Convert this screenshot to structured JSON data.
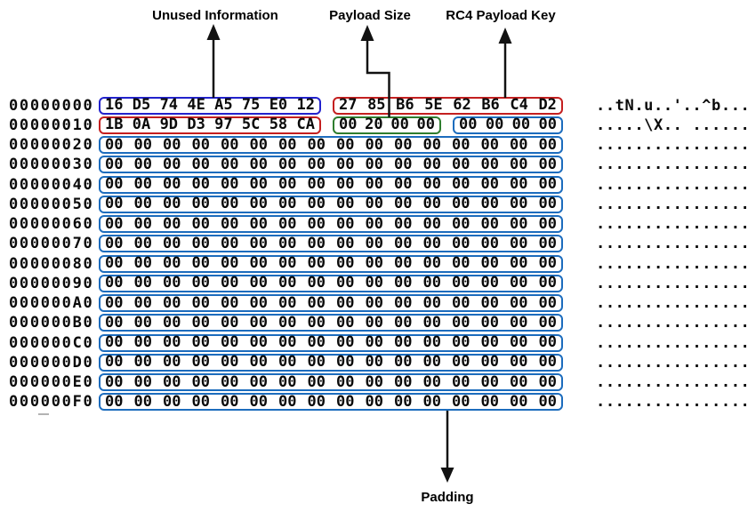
{
  "annotations": {
    "unused_info": "Unused Information",
    "payload_size": "Payload Size",
    "rc4_key": "RC4 Payload Key",
    "padding": "Padding"
  },
  "colors": {
    "box_blue_primary": "#2222cd",
    "box_red": "#c41f1f",
    "box_blue": "#1c6cbd",
    "box_green": "#2e7d2e",
    "arrow": "#121212",
    "text": "#0a0a0a"
  },
  "hexdump": {
    "rows": [
      {
        "offset": "00000000",
        "groups": [
          {
            "color": "blue_primary",
            "bytes": [
              "16",
              "D5",
              "74",
              "4E",
              "A5",
              "75",
              "E0",
              "12"
            ]
          },
          {
            "color": "red",
            "bytes": [
              "27",
              "85",
              "B6",
              "5E",
              "62",
              "B6",
              "C4",
              "D2"
            ]
          }
        ],
        "ascii": "..tN.u..'..^b..."
      },
      {
        "offset": "00000010",
        "groups": [
          {
            "color": "red",
            "bytes": [
              "1B",
              "0A",
              "9D",
              "D3",
              "97",
              "5C",
              "58",
              "CA"
            ]
          },
          {
            "color": "green",
            "bytes": [
              "00",
              "20",
              "00",
              "00"
            ]
          },
          {
            "color": "blue",
            "bytes": [
              "00",
              "00",
              "00",
              "00"
            ]
          }
        ],
        "ascii": ".....\\X.. ......"
      },
      {
        "offset": "00000020",
        "groups": [
          {
            "color": "blue",
            "bytes": [
              "00",
              "00",
              "00",
              "00",
              "00",
              "00",
              "00",
              "00",
              "00",
              "00",
              "00",
              "00",
              "00",
              "00",
              "00",
              "00"
            ]
          }
        ],
        "ascii": "................"
      },
      {
        "offset": "00000030",
        "groups": [
          {
            "color": "blue",
            "bytes": [
              "00",
              "00",
              "00",
              "00",
              "00",
              "00",
              "00",
              "00",
              "00",
              "00",
              "00",
              "00",
              "00",
              "00",
              "00",
              "00"
            ]
          }
        ],
        "ascii": "................"
      },
      {
        "offset": "00000040",
        "groups": [
          {
            "color": "blue",
            "bytes": [
              "00",
              "00",
              "00",
              "00",
              "00",
              "00",
              "00",
              "00",
              "00",
              "00",
              "00",
              "00",
              "00",
              "00",
              "00",
              "00"
            ]
          }
        ],
        "ascii": "................"
      },
      {
        "offset": "00000050",
        "groups": [
          {
            "color": "blue",
            "bytes": [
              "00",
              "00",
              "00",
              "00",
              "00",
              "00",
              "00",
              "00",
              "00",
              "00",
              "00",
              "00",
              "00",
              "00",
              "00",
              "00"
            ]
          }
        ],
        "ascii": "................"
      },
      {
        "offset": "00000060",
        "groups": [
          {
            "color": "blue",
            "bytes": [
              "00",
              "00",
              "00",
              "00",
              "00",
              "00",
              "00",
              "00",
              "00",
              "00",
              "00",
              "00",
              "00",
              "00",
              "00",
              "00"
            ]
          }
        ],
        "ascii": "................"
      },
      {
        "offset": "00000070",
        "groups": [
          {
            "color": "blue",
            "bytes": [
              "00",
              "00",
              "00",
              "00",
              "00",
              "00",
              "00",
              "00",
              "00",
              "00",
              "00",
              "00",
              "00",
              "00",
              "00",
              "00"
            ]
          }
        ],
        "ascii": "................"
      },
      {
        "offset": "00000080",
        "groups": [
          {
            "color": "blue",
            "bytes": [
              "00",
              "00",
              "00",
              "00",
              "00",
              "00",
              "00",
              "00",
              "00",
              "00",
              "00",
              "00",
              "00",
              "00",
              "00",
              "00"
            ]
          }
        ],
        "ascii": "................"
      },
      {
        "offset": "00000090",
        "groups": [
          {
            "color": "blue",
            "bytes": [
              "00",
              "00",
              "00",
              "00",
              "00",
              "00",
              "00",
              "00",
              "00",
              "00",
              "00",
              "00",
              "00",
              "00",
              "00",
              "00"
            ]
          }
        ],
        "ascii": "................"
      },
      {
        "offset": "000000A0",
        "groups": [
          {
            "color": "blue",
            "bytes": [
              "00",
              "00",
              "00",
              "00",
              "00",
              "00",
              "00",
              "00",
              "00",
              "00",
              "00",
              "00",
              "00",
              "00",
              "00",
              "00"
            ]
          }
        ],
        "ascii": "................"
      },
      {
        "offset": "000000B0",
        "groups": [
          {
            "color": "blue",
            "bytes": [
              "00",
              "00",
              "00",
              "00",
              "00",
              "00",
              "00",
              "00",
              "00",
              "00",
              "00",
              "00",
              "00",
              "00",
              "00",
              "00"
            ]
          }
        ],
        "ascii": "................"
      },
      {
        "offset": "000000C0",
        "groups": [
          {
            "color": "blue",
            "bytes": [
              "00",
              "00",
              "00",
              "00",
              "00",
              "00",
              "00",
              "00",
              "00",
              "00",
              "00",
              "00",
              "00",
              "00",
              "00",
              "00"
            ]
          }
        ],
        "ascii": "................"
      },
      {
        "offset": "000000D0",
        "groups": [
          {
            "color": "blue",
            "bytes": [
              "00",
              "00",
              "00",
              "00",
              "00",
              "00",
              "00",
              "00",
              "00",
              "00",
              "00",
              "00",
              "00",
              "00",
              "00",
              "00"
            ]
          }
        ],
        "ascii": "................"
      },
      {
        "offset": "000000E0",
        "groups": [
          {
            "color": "blue",
            "bytes": [
              "00",
              "00",
              "00",
              "00",
              "00",
              "00",
              "00",
              "00",
              "00",
              "00",
              "00",
              "00",
              "00",
              "00",
              "00",
              "00"
            ]
          }
        ],
        "ascii": "................"
      },
      {
        "offset": "000000F0",
        "groups": [
          {
            "color": "blue",
            "bytes": [
              "00",
              "00",
              "00",
              "00",
              "00",
              "00",
              "00",
              "00",
              "00",
              "00",
              "00",
              "00",
              "00",
              "00",
              "00",
              "00"
            ]
          }
        ],
        "ascii": "................"
      }
    ]
  }
}
